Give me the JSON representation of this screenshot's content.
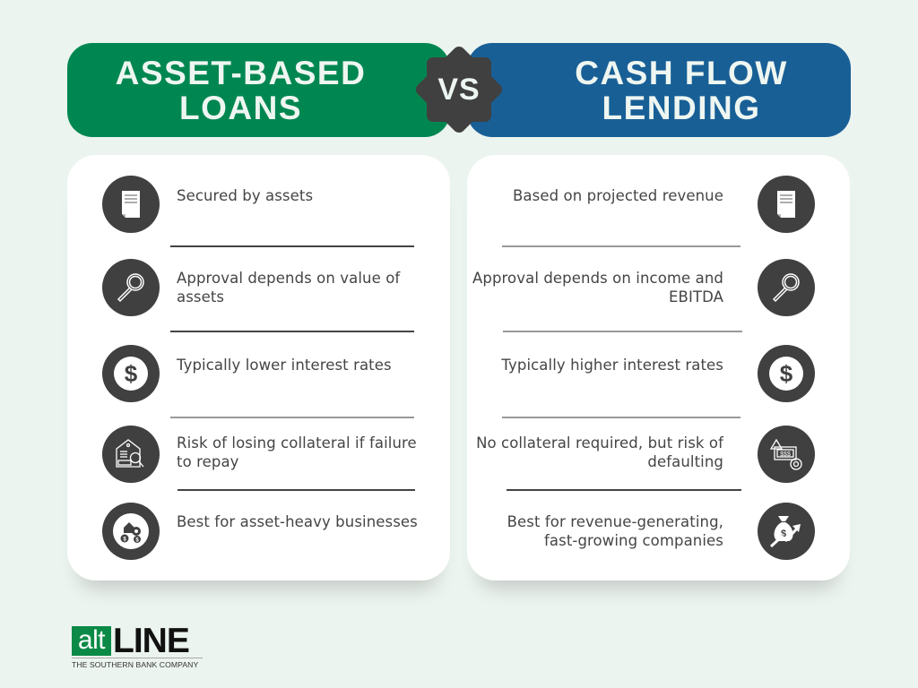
{
  "header": {
    "left_title": [
      "ASSET-BASED",
      "LOANS"
    ],
    "right_title": [
      "CASH FLOW",
      "LENDING"
    ],
    "vs_label": "VS"
  },
  "colors": {
    "background": "#ecf4ef",
    "asset_based_green": "#008751",
    "cash_flow_blue": "#185f96",
    "badge_dark": "#404040",
    "text": "#454545"
  },
  "asset_based": {
    "items": [
      {
        "icon": "document-icon",
        "text": "Secured by assets"
      },
      {
        "icon": "magnifier-icon",
        "text": "Approval depends on value of assets"
      },
      {
        "icon": "dollar-coin-icon",
        "text": "Typically lower interest rates"
      },
      {
        "icon": "collateral-house-search-icon",
        "text": "Risk of losing collateral if failure to repay"
      },
      {
        "icon": "asset-house-gear-money-icon",
        "text": "Best for asset-heavy businesses"
      }
    ]
  },
  "cash_flow": {
    "items": [
      {
        "icon": "document-icon",
        "text": "Based on projected revenue"
      },
      {
        "icon": "magnifier-icon",
        "text": "Approval depends on income and EBITDA"
      },
      {
        "icon": "dollar-coin-icon",
        "text": "Typically higher interest rates"
      },
      {
        "icon": "money-warning-icon",
        "text": "No collateral required, but risk of defaulting"
      },
      {
        "icon": "money-bag-growth-icon",
        "text": "Best for revenue-generating, fast-growing companies"
      }
    ]
  },
  "logo": {
    "alt": "alt",
    "line": "LINE",
    "tagline": "THE SOUTHERN BANK COMPANY"
  }
}
